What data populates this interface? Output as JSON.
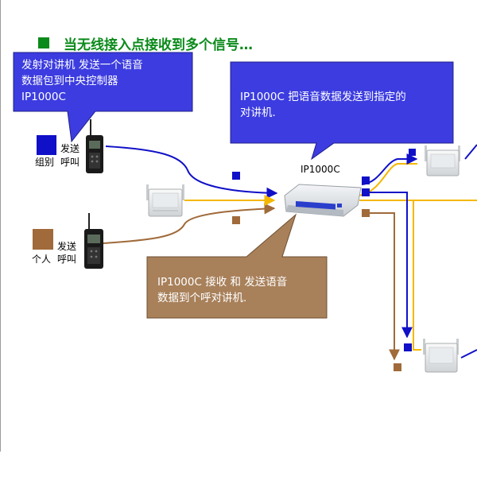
{
  "title": "当无线接入点接收到多个信号…",
  "colors": {
    "title_green": "#0a8a1a",
    "callout_blue": "#3c3ce0",
    "callout_brown": "#a8805a",
    "line_blue": "#1010c8",
    "line_yellow": "#f4b800",
    "line_brown": "#a06a3a"
  },
  "callouts": {
    "radio_to_controller": [
      "发射对讲机 发送一个语音",
      "数据包到中央控制器",
      "IP1000C"
    ],
    "controller_to_radios": [
      "IP1000C 把语音数据发送到指定的",
      "对讲机."
    ],
    "receive_and_send": [
      "IP1000C 接收 和 发送语音",
      "数据到个呼对讲机."
    ]
  },
  "labels": {
    "device_name": "IP1000C",
    "group_call": [
      "发送",
      "组别",
      "呼叫"
    ],
    "individual_call": [
      "发送",
      "个人",
      "呼叫"
    ]
  },
  "icons": [
    "handheld-radio-icon",
    "access-point-icon",
    "controller-icon"
  ]
}
